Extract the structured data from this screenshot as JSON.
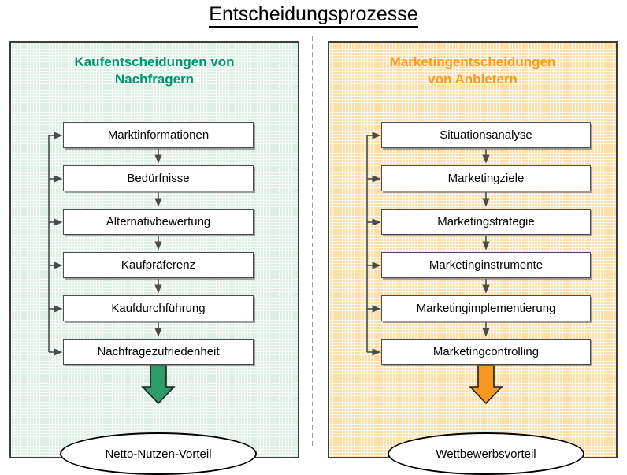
{
  "title": "Entscheidungsprozesse",
  "divider": "dashed-vertical-divider",
  "panels": [
    {
      "id": "demand",
      "heading": "Kaufentscheidungen von\nNachfragern",
      "heading_color": "#009471",
      "panel_bg": "#ddeee4",
      "accent_color": "#2e9b6b",
      "steps": [
        "Marktinformationen",
        "Bedürfnisse",
        "Alternativbewertung",
        "Kaufpräferenz",
        "Kaufdurchführung",
        "Nachfragezufriedenheit"
      ],
      "outcome": "Netto-Nutzen-Vorteil"
    },
    {
      "id": "supply",
      "heading": "Marketingentscheidungen\nvon Anbietern",
      "heading_color": "#f59b24",
      "panel_bg": "#fcdfa8",
      "accent_color": "#f89820",
      "steps": [
        "Situationsanalyse",
        "Marketingziele",
        "Marketingstrategie",
        "Marketinginstrumente",
        "Marketingimplementierung",
        "Marketingcontrolling"
      ],
      "outcome": "Wettbewerbsvorteil"
    }
  ]
}
